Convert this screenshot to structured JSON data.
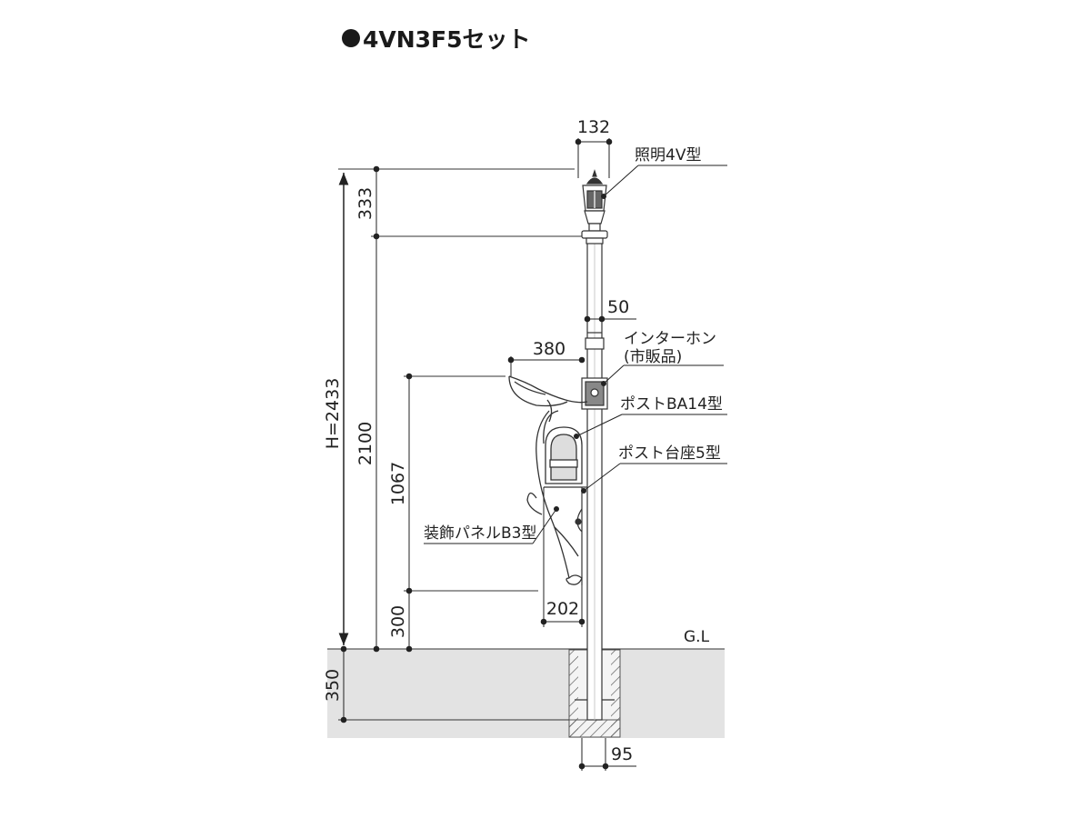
{
  "title": "4VN3F5セット",
  "ground_label": "G.L",
  "dimensions": {
    "top_width": "132",
    "lamp_height": "333",
    "pole_width": "50",
    "post_offset": "380",
    "total_height": "H=2433",
    "pole_height": "2100",
    "panel_height": "1067",
    "base_height": "300",
    "panel_width": "202",
    "burial_depth": "350",
    "foot_width": "95"
  },
  "labels": {
    "lamp": "照明4V型",
    "intercom_line1": "インターホン",
    "intercom_line2": "(市販品)",
    "mailbox": "ポストBA14型",
    "mailbox_stand": "ポスト台座5型",
    "panel": "装飾パネルB3型"
  }
}
